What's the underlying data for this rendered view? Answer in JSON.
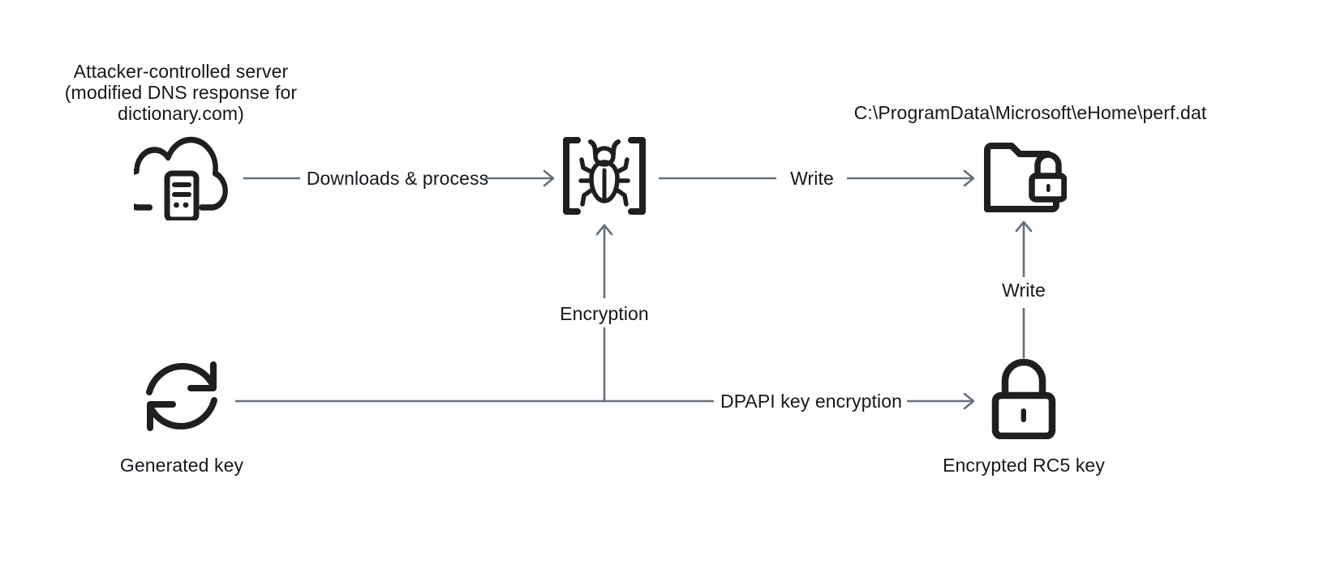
{
  "diagram": {
    "type": "flow",
    "title_text": "",
    "colors": {
      "icon_stroke": "#1d201f",
      "arrow_stroke": "#64717e",
      "text": "#14181d",
      "background": "#ffffff"
    },
    "nodes": [
      {
        "id": "attacker-server",
        "icon": "cloud-server-icon",
        "label": "Attacker-controlled server\n(modified DNS response for\ndictionary.com)",
        "label_position": "above"
      },
      {
        "id": "malware",
        "icon": "bug-brackets-icon",
        "label": "",
        "label_position": "none"
      },
      {
        "id": "perf-dat-file",
        "icon": "folder-lock-icon",
        "label": "C:\\ProgramData\\Microsoft\\eHome\\perf.dat",
        "label_position": "above"
      },
      {
        "id": "generated-key",
        "icon": "refresh-cycle-icon",
        "label": "Generated key",
        "label_position": "below"
      },
      {
        "id": "encrypted-rc5-key",
        "icon": "padlock-icon",
        "label": "Encrypted RC5 key",
        "label_position": "below"
      }
    ],
    "edges": [
      {
        "id": "downloads-process",
        "from": "attacker-server",
        "to": "malware",
        "label": "Downloads & process",
        "direction": "right"
      },
      {
        "id": "write-to-file",
        "from": "malware",
        "to": "perf-dat-file",
        "label": "Write",
        "direction": "right"
      },
      {
        "id": "encryption",
        "from": "generated-key",
        "to": "malware",
        "label": "Encryption",
        "direction": "up"
      },
      {
        "id": "dpapi-key-encryption",
        "from": "generated-key",
        "to": "encrypted-rc5-key",
        "label": "DPAPI key encryption",
        "direction": "right"
      },
      {
        "id": "write-key-to-file",
        "from": "encrypted-rc5-key",
        "to": "perf-dat-file",
        "label": "Write",
        "direction": "up"
      }
    ]
  }
}
